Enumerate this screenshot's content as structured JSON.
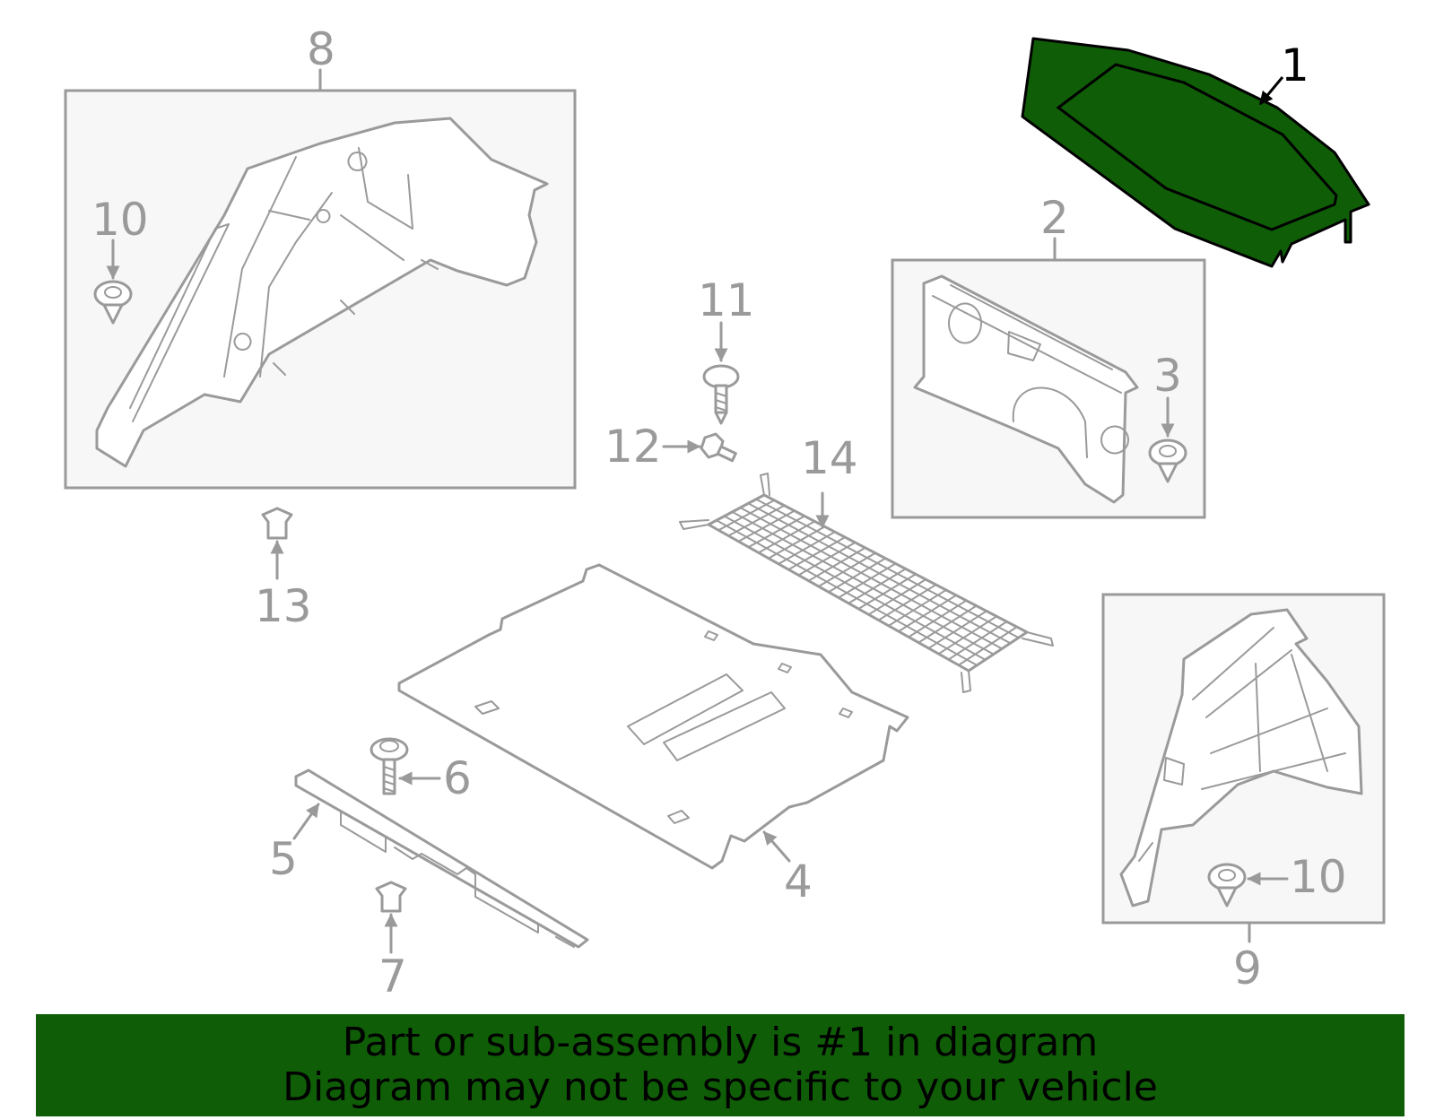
{
  "colors": {
    "highlight": "#0f5e07",
    "line": "#9a9a9a",
    "box_fill": "#f7f7f7",
    "banner": "#0f5e07"
  },
  "callouts": {
    "c1": "1",
    "c2": "2",
    "c3": "3",
    "c4": "4",
    "c5": "5",
    "c6": "6",
    "c7": "7",
    "c8": "8",
    "c9": "9",
    "c10a": "10",
    "c10b": "10",
    "c11": "11",
    "c12": "12",
    "c13": "13",
    "c14": "14"
  },
  "banner": {
    "line1": "Part or sub-assembly is #1 in diagram",
    "line2": "Diagram may not be specific to your vehicle"
  }
}
